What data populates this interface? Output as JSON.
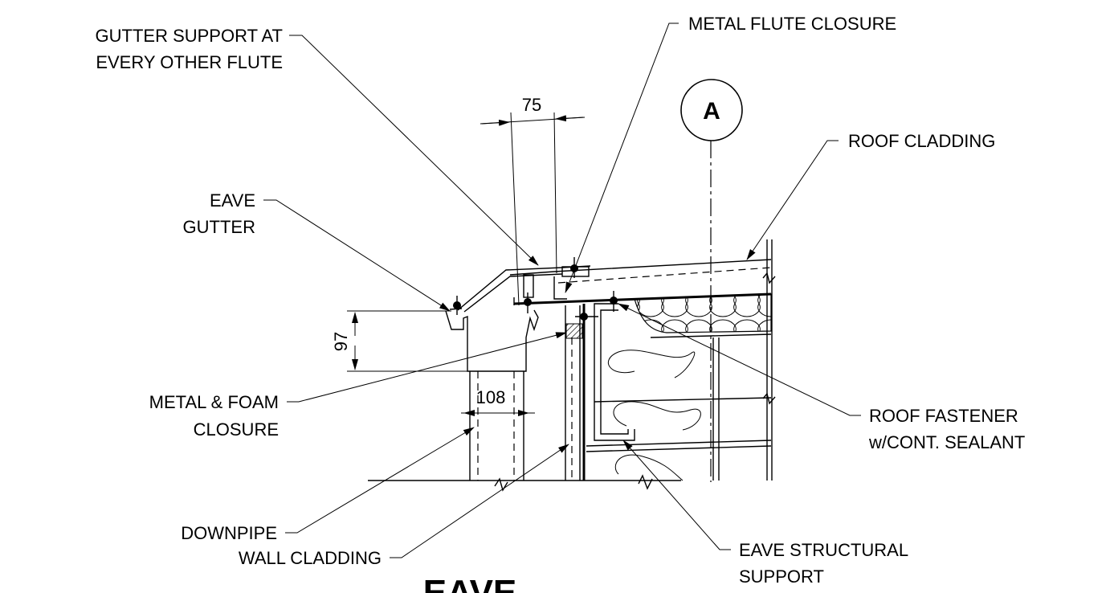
{
  "title": "EAVE",
  "grid_marker": "A",
  "dimensions": {
    "gutter_offset": "75",
    "gutter_depth": "97",
    "downpipe_width": "108"
  },
  "labels": {
    "gutter_support": [
      "GUTTER SUPPORT AT",
      "EVERY OTHER FLUTE"
    ],
    "metal_flute_closure": [
      "METAL FLUTE CLOSURE"
    ],
    "roof_cladding": [
      "ROOF CLADDING"
    ],
    "eave_gutter": [
      "EAVE",
      "GUTTER"
    ],
    "metal_foam_closure": [
      "METAL & FOAM",
      "CLOSURE"
    ],
    "roof_fastener": [
      "ROOF FASTENER",
      "w/CONT. SEALANT"
    ],
    "downpipe": [
      "DOWNPIPE"
    ],
    "wall_cladding": [
      "WALL CLADDING"
    ],
    "eave_structural_support": [
      "EAVE STRUCTURAL",
      "SUPPORT"
    ]
  }
}
